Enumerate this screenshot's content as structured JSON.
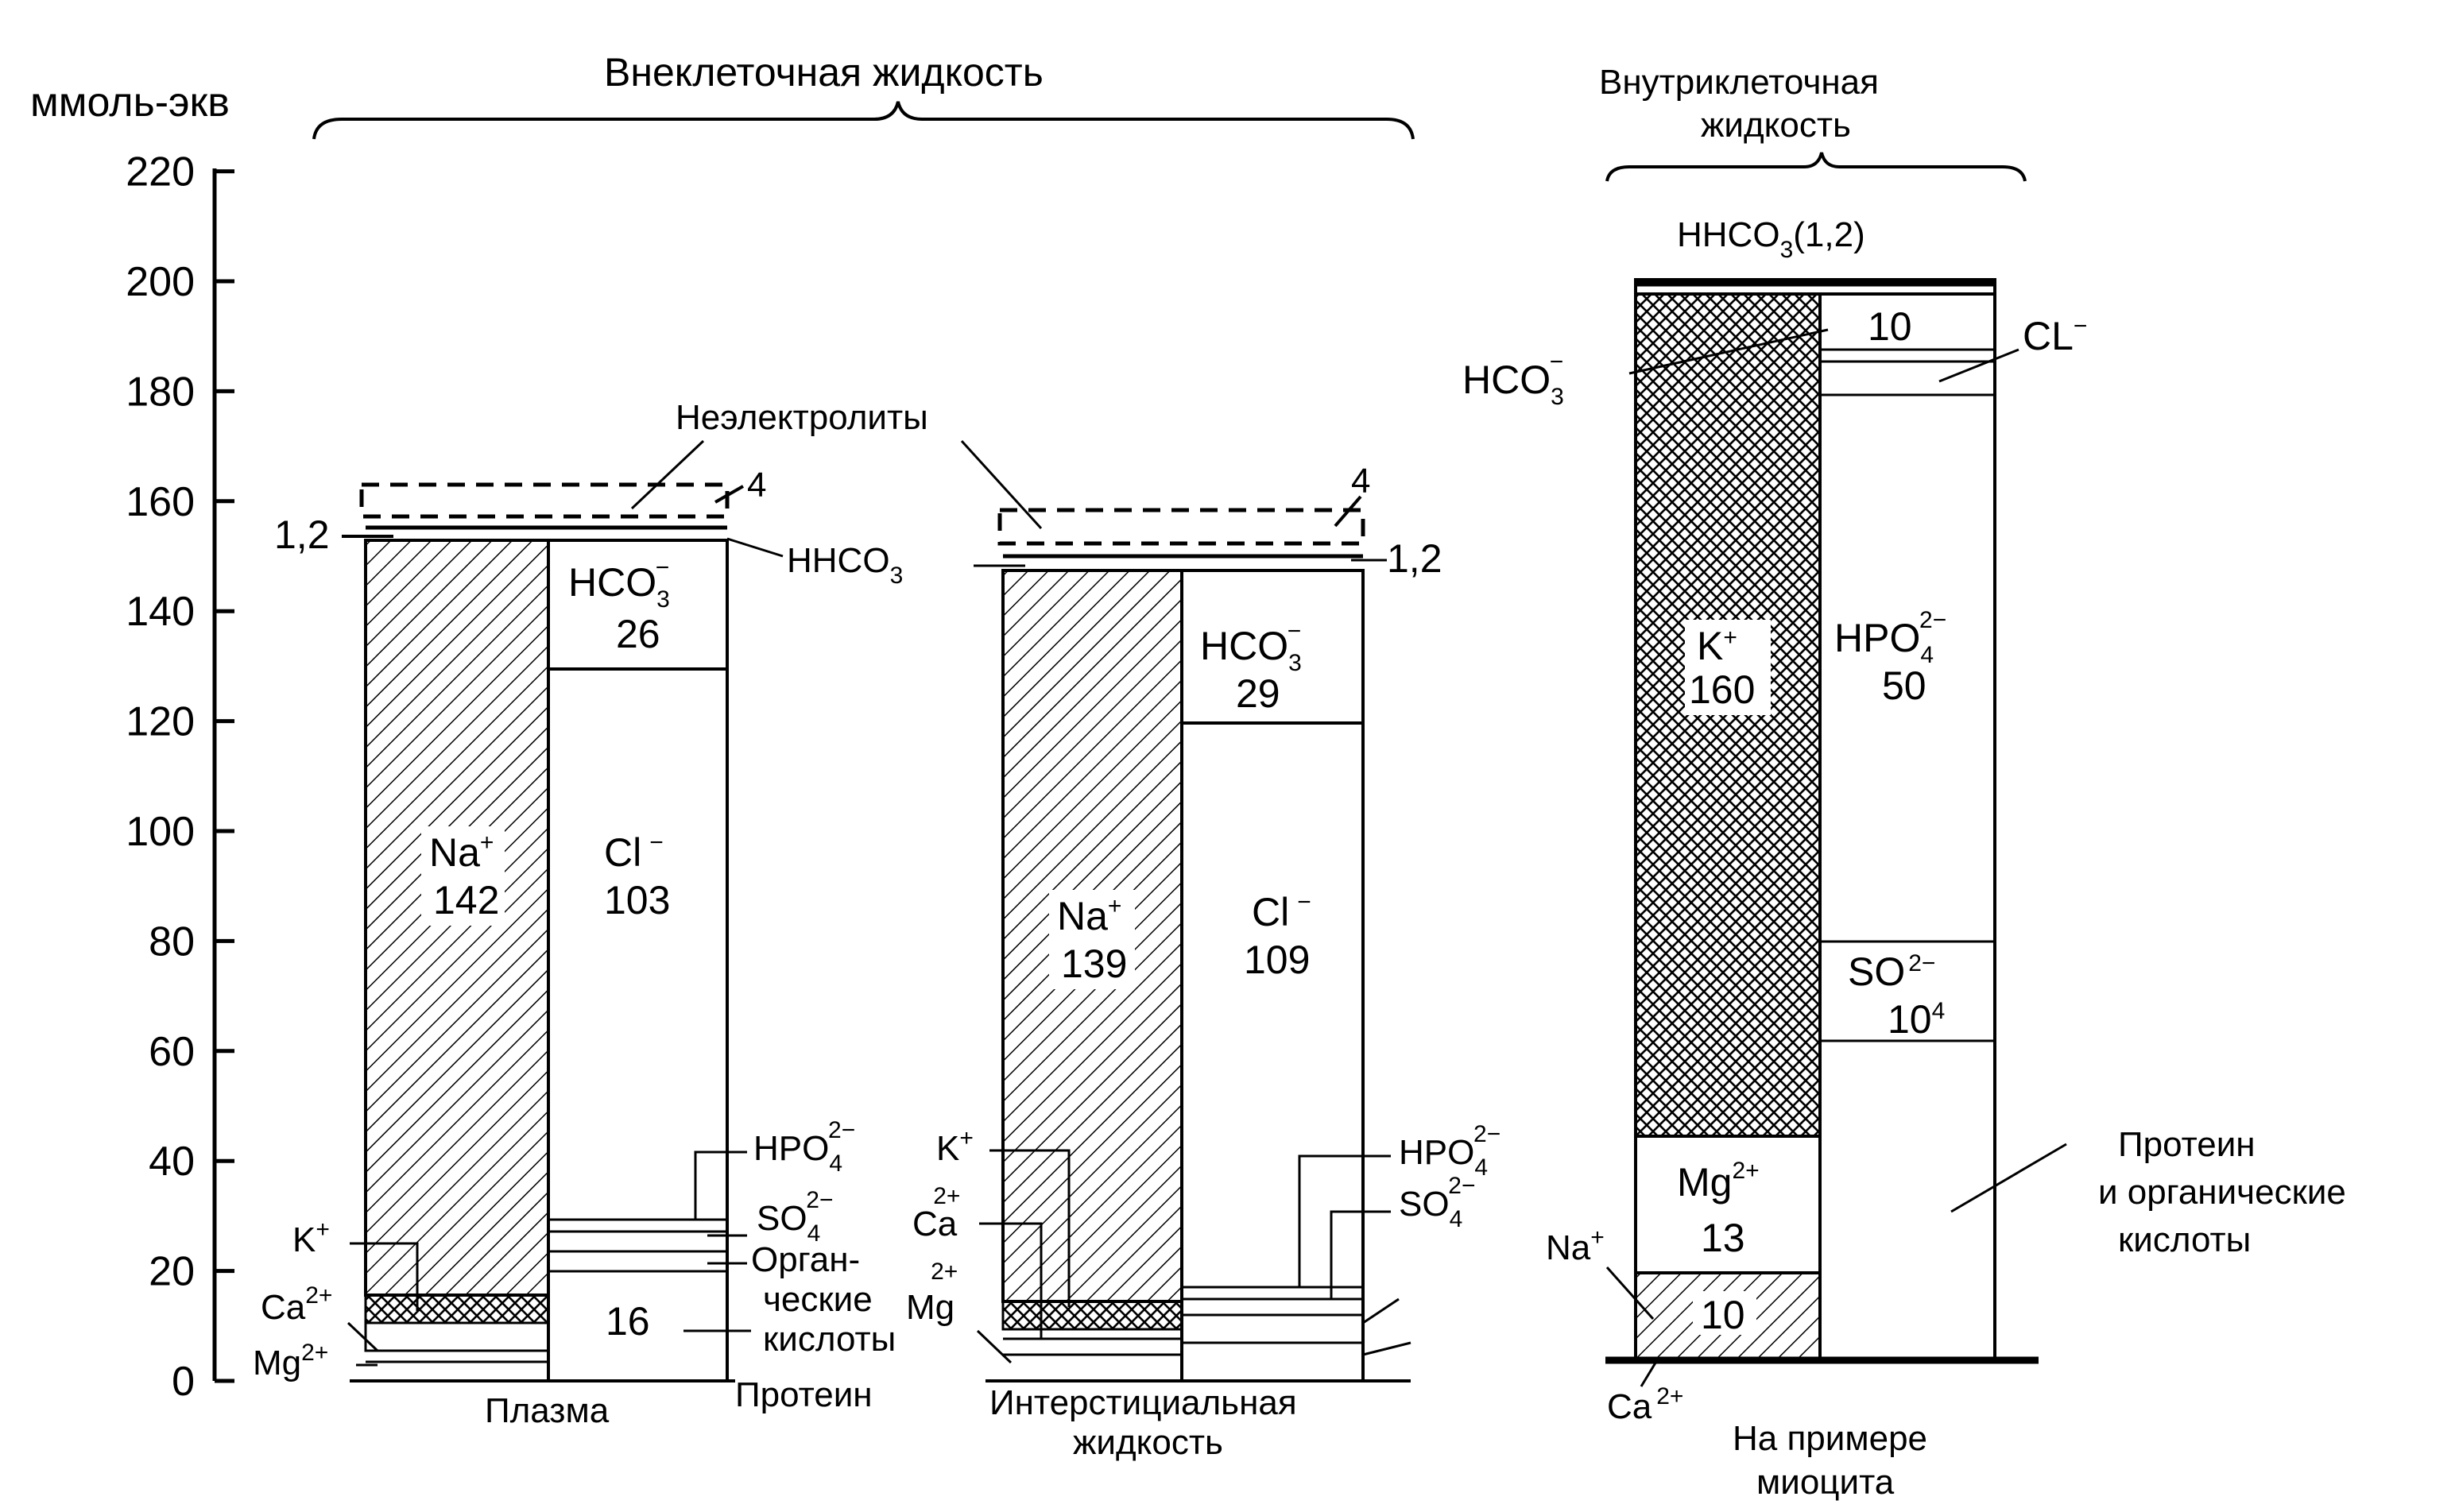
{
  "axis": {
    "unit": "ммоль-экв",
    "ticks": [
      0,
      20,
      40,
      60,
      80,
      100,
      120,
      140,
      160,
      180,
      200,
      220
    ]
  },
  "headings": {
    "extracellular": "Внеклеточная жидкость",
    "intracellular_line1": "Внутриклеточная",
    "intracellular_line2": "жидкость",
    "nonelectrolytes": "Неэлектролиты"
  },
  "plasma": {
    "name": "Плазма",
    "protein_label": "Протеин",
    "cation_main": {
      "ion": "Na",
      "charge": "+",
      "value": "142"
    },
    "anion_hco3": {
      "ion": "HCO",
      "sub": "3",
      "charge": "−",
      "value": "26"
    },
    "anion_cl": {
      "ion": "Cl",
      "charge": "−",
      "value": "103"
    },
    "protein_value": "16",
    "nonelectrolytes_value": "4",
    "hhco3_value": "1,2",
    "k": {
      "ion": "K",
      "charge": "+"
    },
    "ca": {
      "ion": "Ca",
      "charge": "2+"
    },
    "mg": {
      "ion": "Mg",
      "charge": "2+"
    }
  },
  "interstitial": {
    "name_line1": "Интерстициальная",
    "name_line2": "жидкость",
    "cation_main": {
      "ion": "Na",
      "charge": "+",
      "value": "139"
    },
    "anion_hco3": {
      "ion": "HCO",
      "sub": "3",
      "charge": "−",
      "value": "29"
    },
    "anion_cl": {
      "ion": "Cl",
      "charge": "−",
      "value": "109"
    },
    "nonelectrolytes_value": "4",
    "hhco3_value": "1,2",
    "k": {
      "ion": "K",
      "charge": "+"
    },
    "ca": {
      "ion": "Ca",
      "charge": "2+"
    },
    "mg": {
      "ion": "Mg",
      "charge": "2+"
    }
  },
  "shared_labels": {
    "hhco3": {
      "text": "HHCO",
      "sub": "3"
    },
    "hpo4": {
      "text": "HPO",
      "sub": "4",
      "charge": "2−"
    },
    "so4": {
      "text": "SO",
      "sub": "4",
      "charge": "2−"
    },
    "organic_line1": "Орган-",
    "organic_line2": "ческие",
    "organic_line3": "кислоты"
  },
  "myocyte": {
    "hhco3_top": {
      "text": "HHCO",
      "sub": "3",
      "value": "(1,2)"
    },
    "k": {
      "ion": "K",
      "charge": "+",
      "value": "160"
    },
    "mg": {
      "ion": "Mg",
      "charge": "2+",
      "value": "13"
    },
    "na": {
      "ion": "Na",
      "charge": "+",
      "value": "10"
    },
    "ca": {
      "ion": "Ca",
      "charge": "2+"
    },
    "hco3": {
      "ion": "HCO",
      "sub": "3",
      "charge": "−",
      "value": "10"
    },
    "cl": {
      "ion": "CL",
      "charge": "−"
    },
    "hpo4": {
      "ion": "HPO",
      "sub": "4",
      "charge": "2−",
      "value": "50"
    },
    "so4": {
      "ion": "SO",
      "charge": "2−",
      "value": "10",
      "value_exp": "4"
    },
    "protein_line1": "Протеин",
    "protein_line2": "и  органические",
    "protein_line3": "кислоты",
    "example_line1": "На примере",
    "example_line2": "миоцита"
  }
}
